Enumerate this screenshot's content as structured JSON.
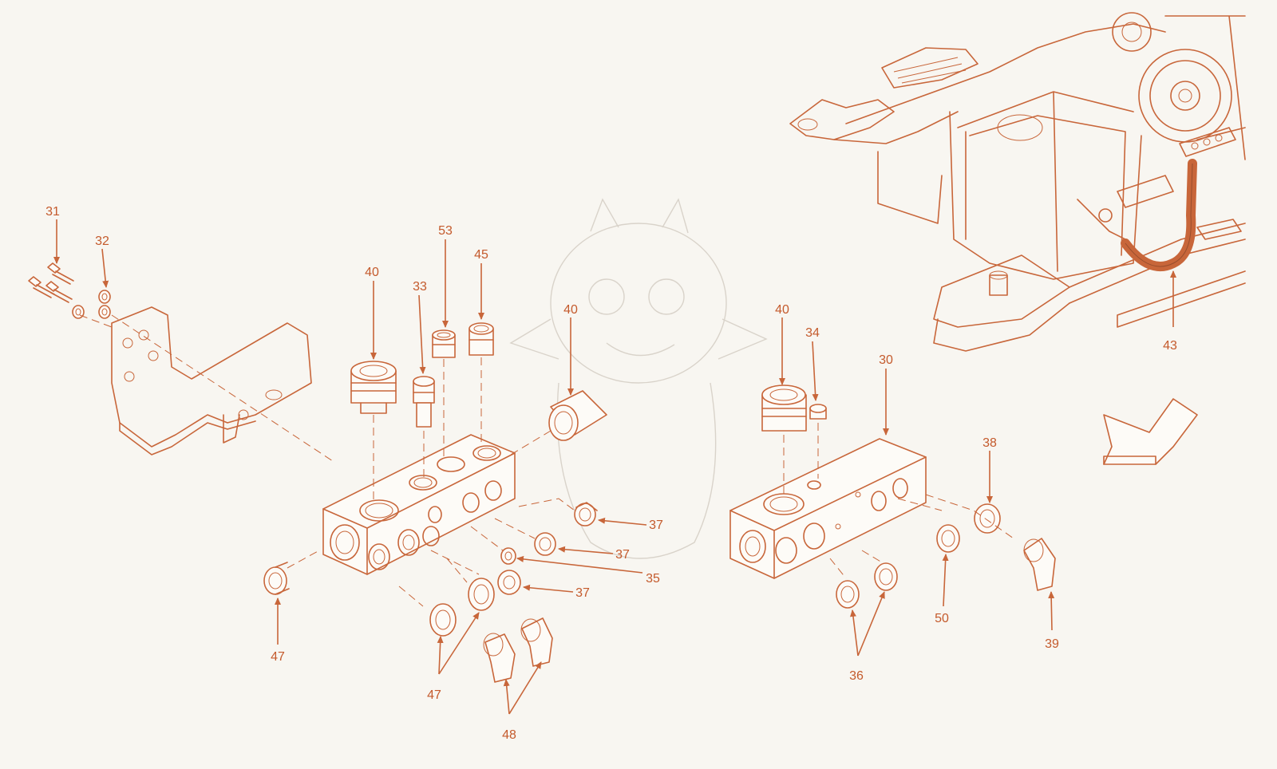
{
  "diagram": {
    "colors": {
      "line": "#c8663a",
      "text": "#c45a2c",
      "background": "#f8f6f1",
      "watermark": "#d9d3ca"
    },
    "callouts": [
      "31",
      "32",
      "40",
      "33",
      "53",
      "45",
      "40",
      "40",
      "34",
      "30",
      "38",
      "37",
      "37",
      "35",
      "37",
      "47",
      "47",
      "48",
      "50",
      "39",
      "36",
      "43"
    ]
  }
}
